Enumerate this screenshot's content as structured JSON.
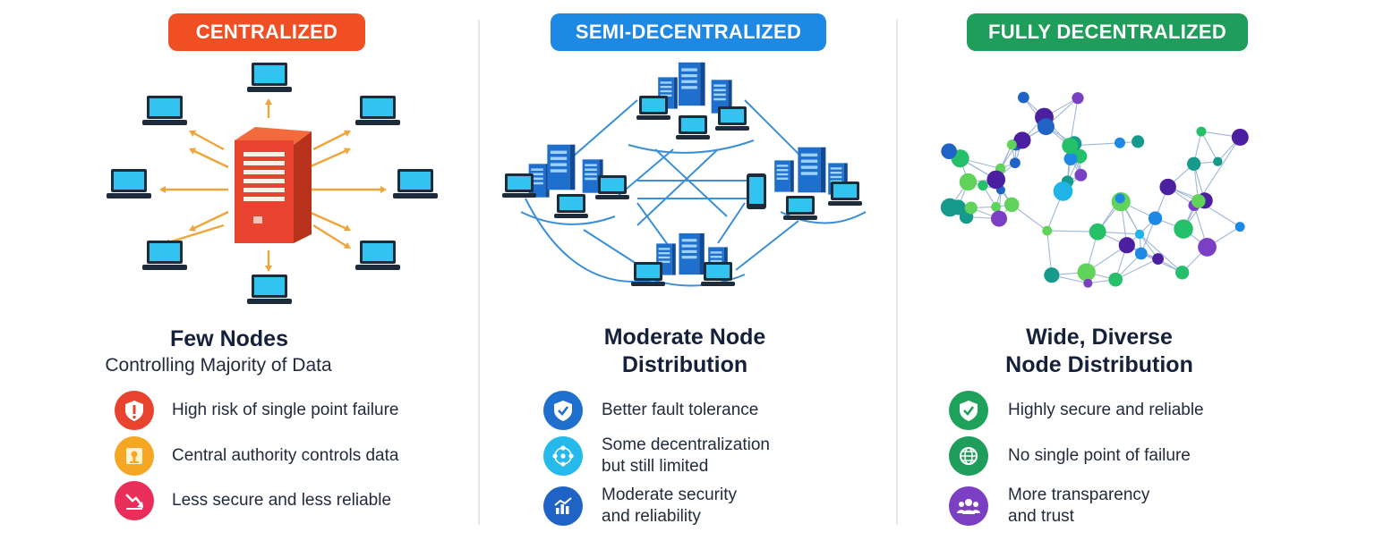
{
  "columns": [
    {
      "badge": "CENTRALIZED",
      "badge_color": "#f04e23",
      "heading": "Few Nodes",
      "subheading": "Controlling Majority of Data",
      "features": [
        {
          "icon": "alert-shield-icon",
          "color": "#e8432e",
          "text": "High risk of single point failure"
        },
        {
          "icon": "authority-icon",
          "color": "#f5a623",
          "text": "Central authority controls data"
        },
        {
          "icon": "downtrend-icon",
          "color": "#ea2e5a",
          "text": "Less secure and less reliable"
        }
      ]
    },
    {
      "badge": "SEMI-DECENTRALIZED",
      "badge_color": "#1e88e5",
      "heading": "Moderate Node\nDistribution",
      "subheading": "",
      "features": [
        {
          "icon": "check-shield-icon",
          "color": "#1f6fcf",
          "text": "Better fault tolerance"
        },
        {
          "icon": "network-icon",
          "color": "#25b9ec",
          "text": "Some decentralization\nbut still limited"
        },
        {
          "icon": "chart-icon",
          "color": "#1f63c6",
          "text": "Moderate security\nand reliability"
        }
      ]
    },
    {
      "badge": "FULLY DECENTRALIZED",
      "badge_color": "#1e9e5a",
      "heading": "Wide, Diverse\nNode Distribution",
      "subheading": "",
      "features": [
        {
          "icon": "check-shield-icon",
          "color": "#1ea15b",
          "text": "Highly secure and reliable"
        },
        {
          "icon": "globe-icon",
          "color": "#1e9e5a",
          "text": "No single point of failure"
        },
        {
          "icon": "users-icon",
          "color": "#7b3fc4",
          "text": "More transparency\nand trust"
        }
      ]
    }
  ]
}
